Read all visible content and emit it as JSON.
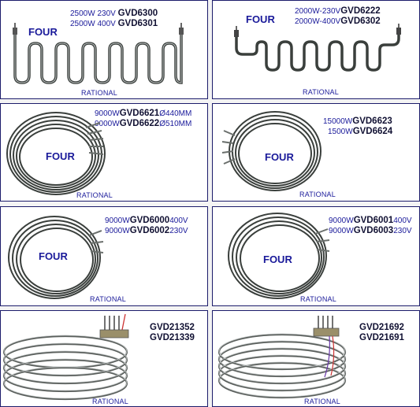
{
  "panels": [
    {
      "specs": [
        {
          "power": "2500W 230V ",
          "code": "GVD6300",
          "suffix": ""
        },
        {
          "power": "2500W 400V ",
          "code": "GVD6301",
          "suffix": ""
        }
      ],
      "label": "FOUR",
      "brand": "RATIONAL"
    },
    {
      "specs": [
        {
          "power": "2000W-230V",
          "code": "GVD6222",
          "suffix": ""
        },
        {
          "power": "2000W-400V",
          "code": "GVD6302",
          "suffix": ""
        }
      ],
      "label": "FOUR",
      "brand": "RATIONAL"
    },
    {
      "specs": [
        {
          "power": "9000W",
          "code": "GVD6621",
          "suffix": "Ø440MM"
        },
        {
          "power": "9000W",
          "code": "GVD6622",
          "suffix": "Ø510MM"
        }
      ],
      "label": "FOUR",
      "brand": "RATIONAL"
    },
    {
      "specs": [
        {
          "power": "15000W",
          "code": "GVD6623",
          "suffix": ""
        },
        {
          "power": "1500W",
          "code": "GVD6624",
          "suffix": ""
        }
      ],
      "label": "FOUR",
      "brand": "RATIONAL"
    },
    {
      "specs": [
        {
          "power": "9000W",
          "code": "GVD6000",
          "suffix": "400V"
        },
        {
          "power": "9000W",
          "code": "GVD6002",
          "suffix": "230V"
        }
      ],
      "label": "FOUR",
      "brand": "RATIONAL"
    },
    {
      "specs": [
        {
          "power": "9000W",
          "code": "GVD6001",
          "suffix": "400V"
        },
        {
          "power": "9000W",
          "code": "GVD6003",
          "suffix": "230V"
        }
      ],
      "label": "FOUR",
      "brand": "RATIONAL"
    },
    {
      "codes": [
        "GVD21352",
        "GVD21339"
      ],
      "brand": "RATIONAL"
    },
    {
      "codes": [
        "GVD21692",
        "GVD21691"
      ],
      "brand": "RATIONAL"
    }
  ],
  "colors": {
    "border": "#1c1c6b",
    "text_blue": "#1a1a9a",
    "element_dark": "#3a3f3c",
    "element_light": "#9aa0a0"
  }
}
